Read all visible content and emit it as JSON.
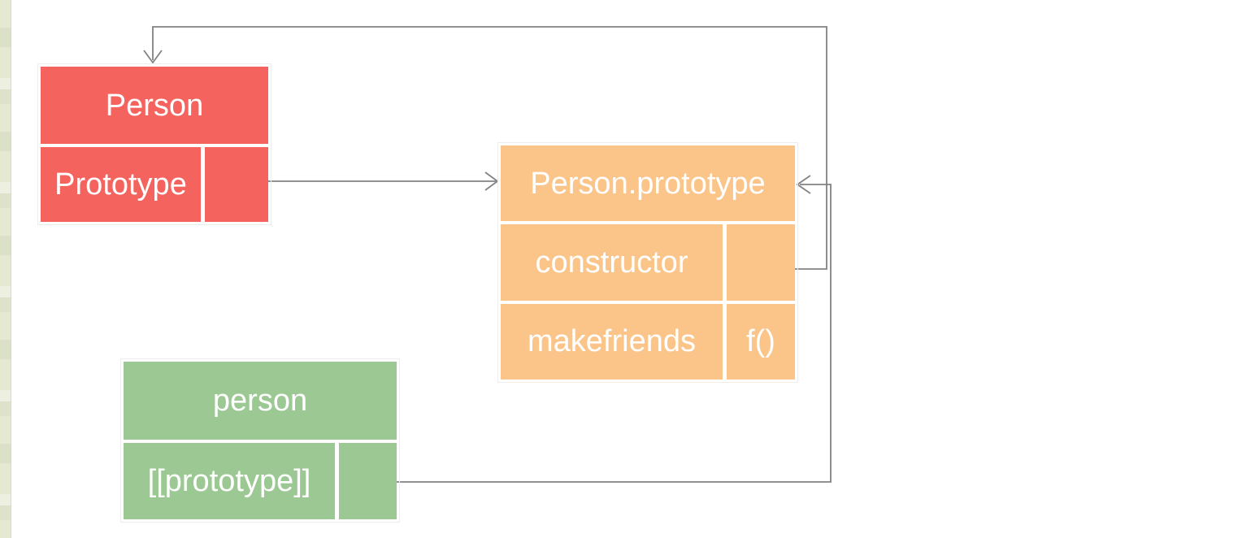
{
  "page": {
    "background_color": "#ffffff",
    "edge_strip_color": "#e5e9d2"
  },
  "diagram": {
    "connector_color": "#828282",
    "text_color": "#ffffff",
    "nodes": {
      "person": {
        "title": "Person",
        "color": "#f4635e",
        "rows": [
          {
            "label": "Prototype",
            "value": ""
          }
        ]
      },
      "person_prototype": {
        "title": "Person.prototype",
        "color": "#fbc488",
        "rows": [
          {
            "label": "constructor",
            "value": ""
          },
          {
            "label": "makefriends",
            "value": "f()"
          }
        ]
      },
      "person_instance": {
        "title": "person",
        "color": "#9cc893",
        "rows": [
          {
            "label": "[[prototype]]",
            "value": ""
          }
        ]
      }
    },
    "edges": [
      {
        "from": "Person.Prototype",
        "to": "Person.prototype",
        "style": "open-arrow"
      },
      {
        "from": "Person.prototype.constructor",
        "to": "Person",
        "style": "open-arrow"
      },
      {
        "from": "person.[[prototype]]",
        "to": "Person.prototype",
        "style": "open-arrow"
      }
    ]
  }
}
